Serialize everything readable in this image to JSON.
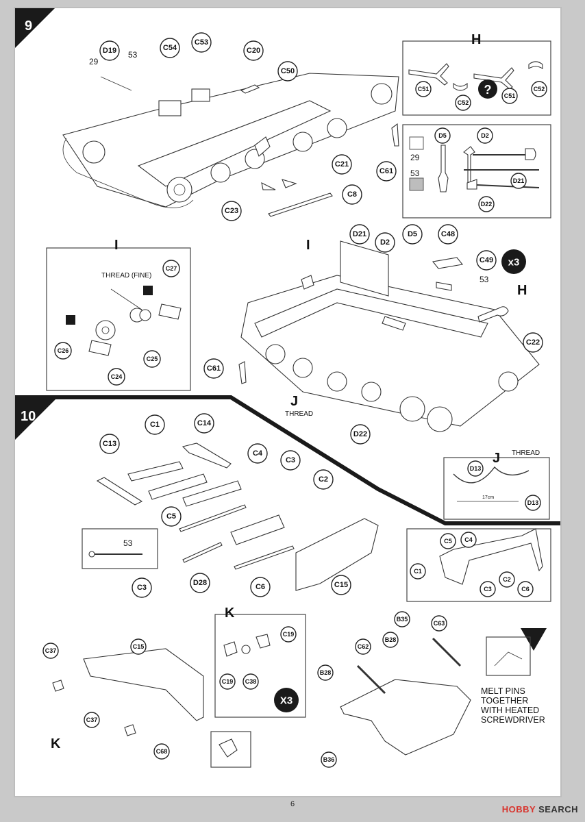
{
  "steps": {
    "step9": "9",
    "step10": "10"
  },
  "subassemblies": {
    "H": "H",
    "I": "I",
    "J": "J",
    "K": "K"
  },
  "step9": {
    "top": [
      "D19",
      "C54",
      "C53",
      "C20",
      "C50",
      "C21",
      "C8",
      "C23",
      "C61"
    ],
    "paint_numbers": {
      "n29": "29",
      "n53": "53"
    },
    "inset_H": [
      "C51",
      "C52",
      "C51",
      "C52"
    ],
    "inset_tools": [
      "D5",
      "D2",
      "D21",
      "D22"
    ],
    "inset_tools_paint": {
      "n29": "29",
      "n53": "53"
    },
    "inset_I": {
      "parts": [
        "C27",
        "C26",
        "C24",
        "C25"
      ],
      "thread": "THREAD (FINE)"
    },
    "bottom": [
      "D21",
      "D2",
      "D5",
      "C48",
      "C49",
      "C22",
      "C61",
      "D22"
    ],
    "multiplier": "x3",
    "n53": "53",
    "thread": "THREAD"
  },
  "step10": {
    "parts": [
      "C1",
      "C14",
      "C13",
      "C4",
      "C3",
      "C5",
      "C2",
      "C15",
      "C6",
      "D28",
      "C3"
    ],
    "d28_inset": {
      "part": "D28",
      "paint": "53"
    },
    "j_inset": {
      "title": "THREAD",
      "parts": [
        "D13",
        "D13"
      ],
      "measure": "17cm"
    },
    "detail": [
      "C5",
      "C4",
      "C1",
      "C3",
      "C2",
      "C6"
    ],
    "k_box": [
      "C19",
      "C19",
      "C38"
    ],
    "multiplier": "X3",
    "left": [
      "C37",
      "C15",
      "C37",
      "C68"
    ],
    "right": [
      "B35",
      "C63",
      "C62",
      "B28",
      "B28",
      "B36"
    ],
    "melt_note": [
      "MELT PINS",
      "TOGETHER",
      "WITH HEATED",
      "SCREWDRIVER"
    ]
  },
  "page_number": "6",
  "watermark": {
    "brand": "HOBBY",
    "suffix": "SEARCH"
  }
}
